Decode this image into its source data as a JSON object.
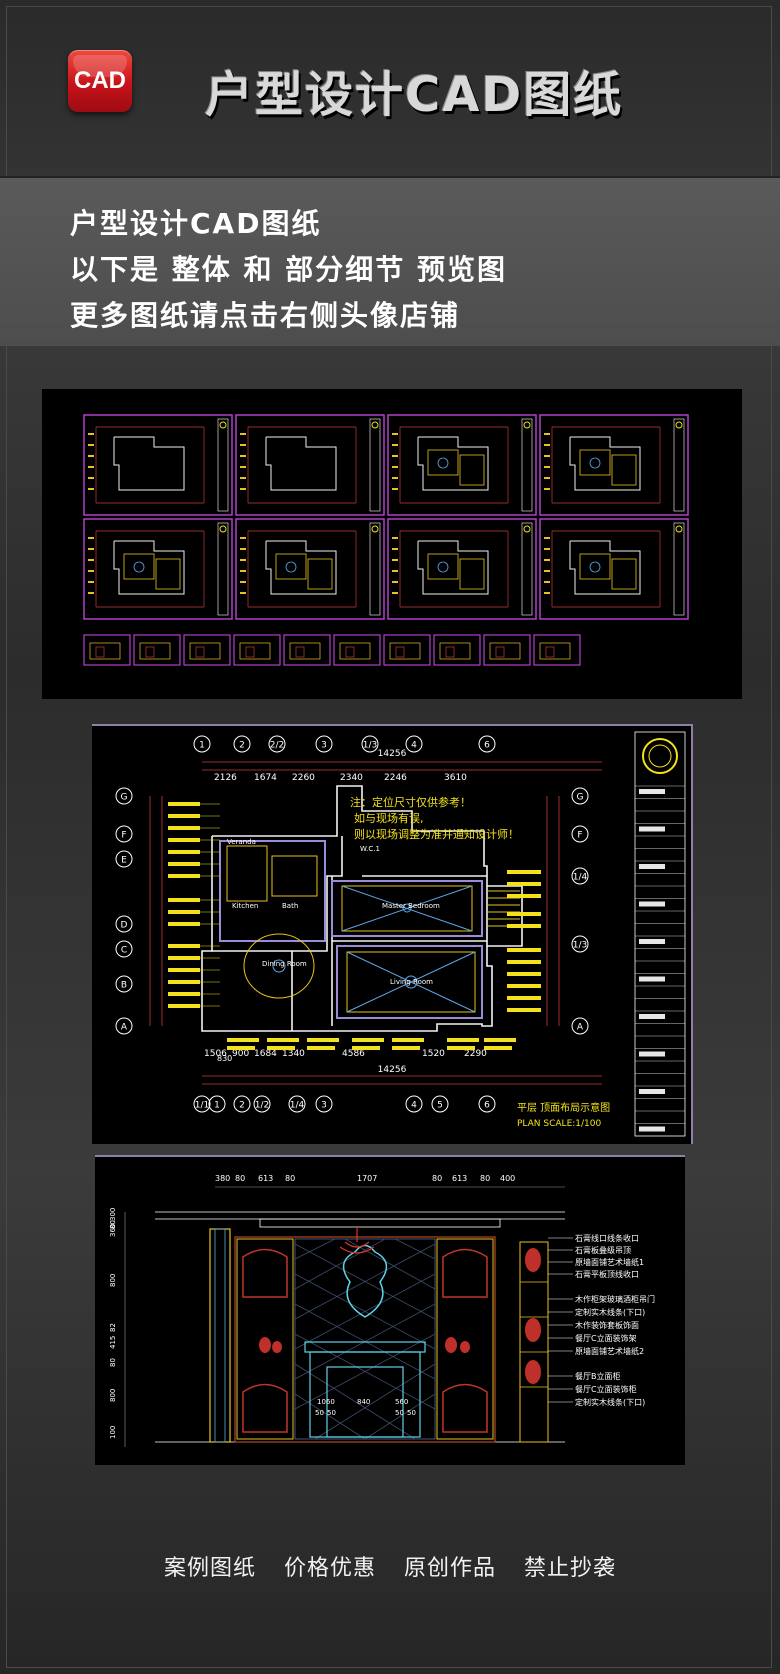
{
  "header": {
    "logo_text": "CAD",
    "title": "户型设计CAD图纸"
  },
  "banner": {
    "line1": "户型设计CAD图纸",
    "line2": "以下是 整体 和 部分细节 预览图",
    "line3": "更多图纸请点击右侧头像店铺"
  },
  "plan": {
    "axis_top": [
      "1",
      "2",
      "2/2",
      "3",
      "1/3",
      "4",
      "6"
    ],
    "axis_bottom": [
      "1/1",
      "1",
      "2",
      "1/2",
      "1/4",
      "3",
      "4",
      "5",
      "6"
    ],
    "axis_left": [
      "G",
      "F",
      "E",
      "D",
      "C",
      "B",
      "A"
    ],
    "axis_right": [
      "G",
      "F",
      "1/4",
      "1/3",
      "A"
    ],
    "dims_top": [
      "2126",
      "1674",
      "2260",
      "2340",
      "2246",
      "3610"
    ],
    "total_top": "14256",
    "dims_bottom": [
      "1506",
      "900",
      "1684",
      "1340",
      "4586",
      "1520",
      "2290"
    ],
    "total_bottom": "14256",
    "left_small": "830",
    "note_line1": "注：定位尺寸仅供参考！",
    "note_line2": "如与现场有误,",
    "note_line3": "则以现场调整为准并通知设计师！",
    "rooms": [
      "Veranda",
      "Kitchen",
      "Bath",
      "Master Bedroom",
      "Dining Room",
      "Living Room",
      "W.C.1"
    ],
    "caption": "平层  顶面布局示意图",
    "scale": "PLAN SCALE:1/100"
  },
  "elevation": {
    "dims_top": [
      "380",
      "80",
      "613",
      "80",
      "1707",
      "80",
      "613",
      "80",
      "400"
    ],
    "dims_left": [
      "80",
      "300",
      "360",
      "800",
      "82",
      "415",
      "80",
      "800",
      "100"
    ],
    "fireplace_dims": [
      "1060",
      "840",
      "560"
    ],
    "fireplace_small": [
      "50",
      "50",
      "50",
      "50"
    ],
    "labels": [
      "石膏线口线条收口",
      "石膏板叠级吊顶",
      "原墙面铺艺术墙纸1",
      "石膏平板顶线收口",
      "木作柜架玻璃酒柜吊门",
      "定制实木线条(下口)",
      "木作装饰套板饰面",
      "餐厅C立面装饰架",
      "原墙面铺艺术墙纸2",
      "餐厅B立面柜",
      "餐厅C立面装饰柜",
      "定制实木线条(下口)"
    ]
  },
  "footer": {
    "items": [
      "案例图纸",
      "价格优惠",
      "原创作品",
      "禁止抄袭"
    ]
  }
}
